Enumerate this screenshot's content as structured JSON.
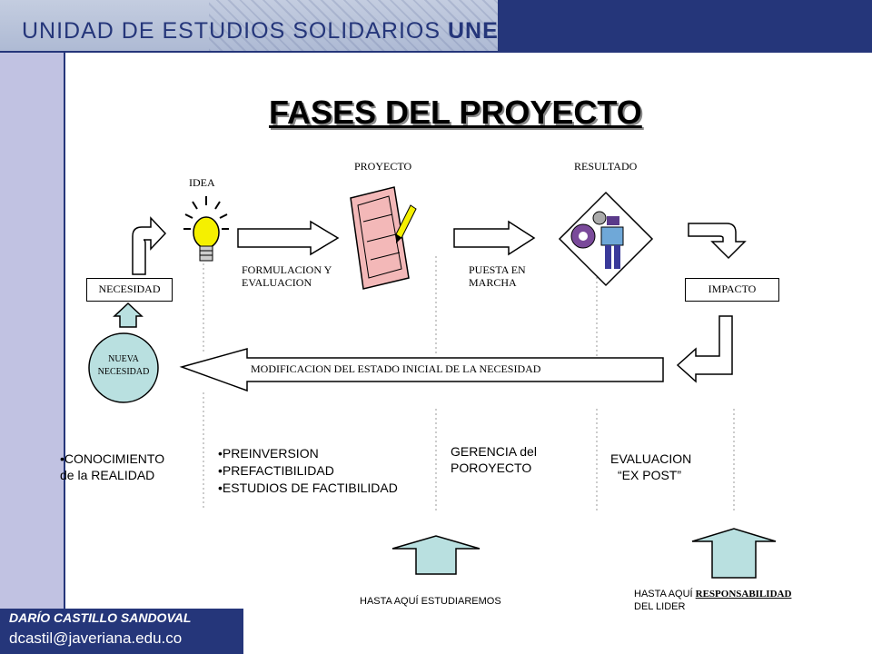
{
  "header": {
    "org_name": "UNIDAD DE ESTUDIOS SOLIDARIOS",
    "org_acronym": "UNES"
  },
  "title": "FASES DEL PROYECTO",
  "diagram": {
    "idea": "IDEA",
    "proyecto": "PROYECTO",
    "resultado": "RESULTADO",
    "necesidad": "NECESIDAD",
    "impacto": "IMPACTO",
    "formulacion_1": "FORMULACION Y",
    "formulacion_2": "EVALUACION",
    "puesta_1": "PUESTA EN",
    "puesta_2": "MARCHA",
    "nueva_1": "NUEVA",
    "nueva_2": "NECESIDAD",
    "modificacion": "MODIFICACION DEL ESTADO INICIAL DE LA NECESIDAD"
  },
  "phases": {
    "conocimiento_1": "•CONOCIMIENTO",
    "conocimiento_2": "de la REALIDAD",
    "pre_1": "•PREINVERSION",
    "pre_2": "•PREFACTIBILIDAD",
    "pre_3": "•ESTUDIOS DE FACTIBILIDAD",
    "gerencia_1": "GERENCIA del",
    "gerencia_2": "POROYECTO",
    "evaluacion_1": "EVALUACION",
    "evaluacion_2": "“EX POST”"
  },
  "notes": {
    "estudiaremos": "HASTA AQUÍ ESTUDIAREMOS",
    "resp_prefix": "HASTA AQUÍ ",
    "resp_word": "RESPONSABILIDAD",
    "resp_line2": "DEL LIDER"
  },
  "footer": {
    "author": "DARÍO CASTILLO SANDOVAL",
    "email": "dcastil@javeriana.edu.co"
  },
  "colors": {
    "navy": "#25367a",
    "sidebar": "#c1c2e2",
    "arrow_fill": "#b9e0e0",
    "bulb": "#f5f000",
    "project_pink": "#f3b8b8"
  },
  "icons": [
    "curved-arrow-icon",
    "lightbulb-icon",
    "right-arrow-icon",
    "project-pencil-icon",
    "worker-gear-icon",
    "down-curved-arrow-icon",
    "up-arrow-icon",
    "left-arrow-icon"
  ]
}
